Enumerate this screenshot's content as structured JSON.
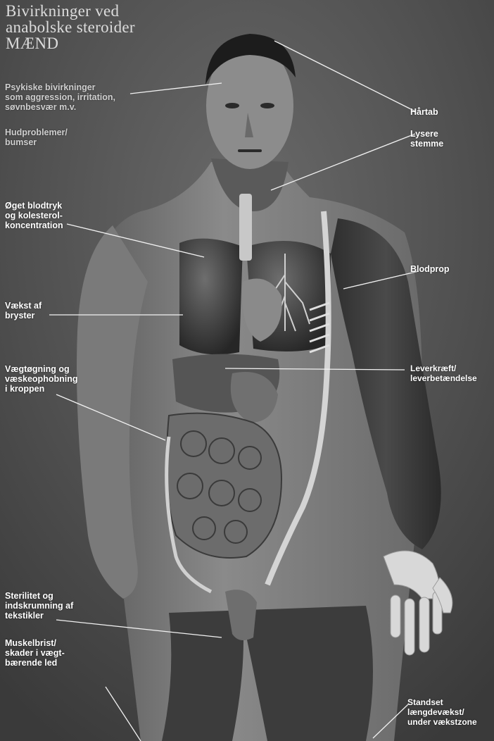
{
  "title": {
    "line1": "Bivirkninger ved",
    "line2": "anabolske steroider",
    "line3": "MÆND"
  },
  "labels": {
    "psychological": "Psykiske bivirkninger\nsom aggression, irritation,\nsøvnbesvær m.v.",
    "skin": "Hudproblemer/\nbumser",
    "blood_pressure": "Øget blodtryk\nog kolesterol-\nkoncentration",
    "breasts": "Vækst af\nbryster",
    "water_retention": "Vægtøgning og\nvæskeophobning\ni kroppen",
    "sterility": "Sterilitet og\nindskrumning af\ntekstikler",
    "muscle": "Muskelbrist/\nskader i vægt-\nbærende led",
    "hair_loss": "Hårtab",
    "voice": "Lysere\nstemme",
    "blood_clot": "Blodprop",
    "liver": "Leverkræft/\nleverbetændelse",
    "growth": "Standset\nlængdevækst/\nunder vækstzone"
  },
  "colors": {
    "background": "#4a4a4a",
    "label_text": "#ffffff",
    "title_text": "#dcdcdc",
    "leader_line": "#f2f2f2"
  }
}
